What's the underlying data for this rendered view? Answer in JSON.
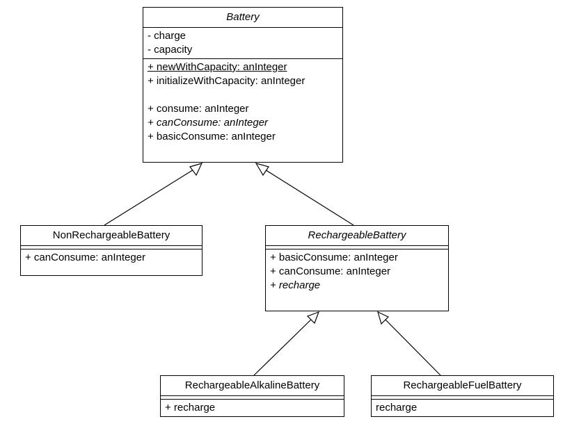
{
  "classes": {
    "battery": {
      "name": "Battery",
      "attributes": [
        "- charge",
        "- capacity"
      ],
      "operations": [
        "+ newWithCapacity: anInteger",
        "+ initializeWithCapacity: anInteger",
        "+ consume: anInteger",
        "+ canConsume: anInteger",
        "+ basicConsume: anInteger"
      ]
    },
    "non_rechargeable": {
      "name": "NonRechargeableBattery",
      "operations": [
        "+ canConsume: anInteger"
      ]
    },
    "rechargeable": {
      "name": "RechargeableBattery",
      "operations": [
        "+ basicConsume: anInteger",
        "+ canConsume: anInteger",
        "+ recharge"
      ]
    },
    "alkaline": {
      "name": "RechargeableAlkalineBattery",
      "operations": [
        "+ recharge"
      ]
    },
    "fuel": {
      "name": "RechargeableFuelBattery",
      "operations": [
        "recharge"
      ]
    }
  }
}
